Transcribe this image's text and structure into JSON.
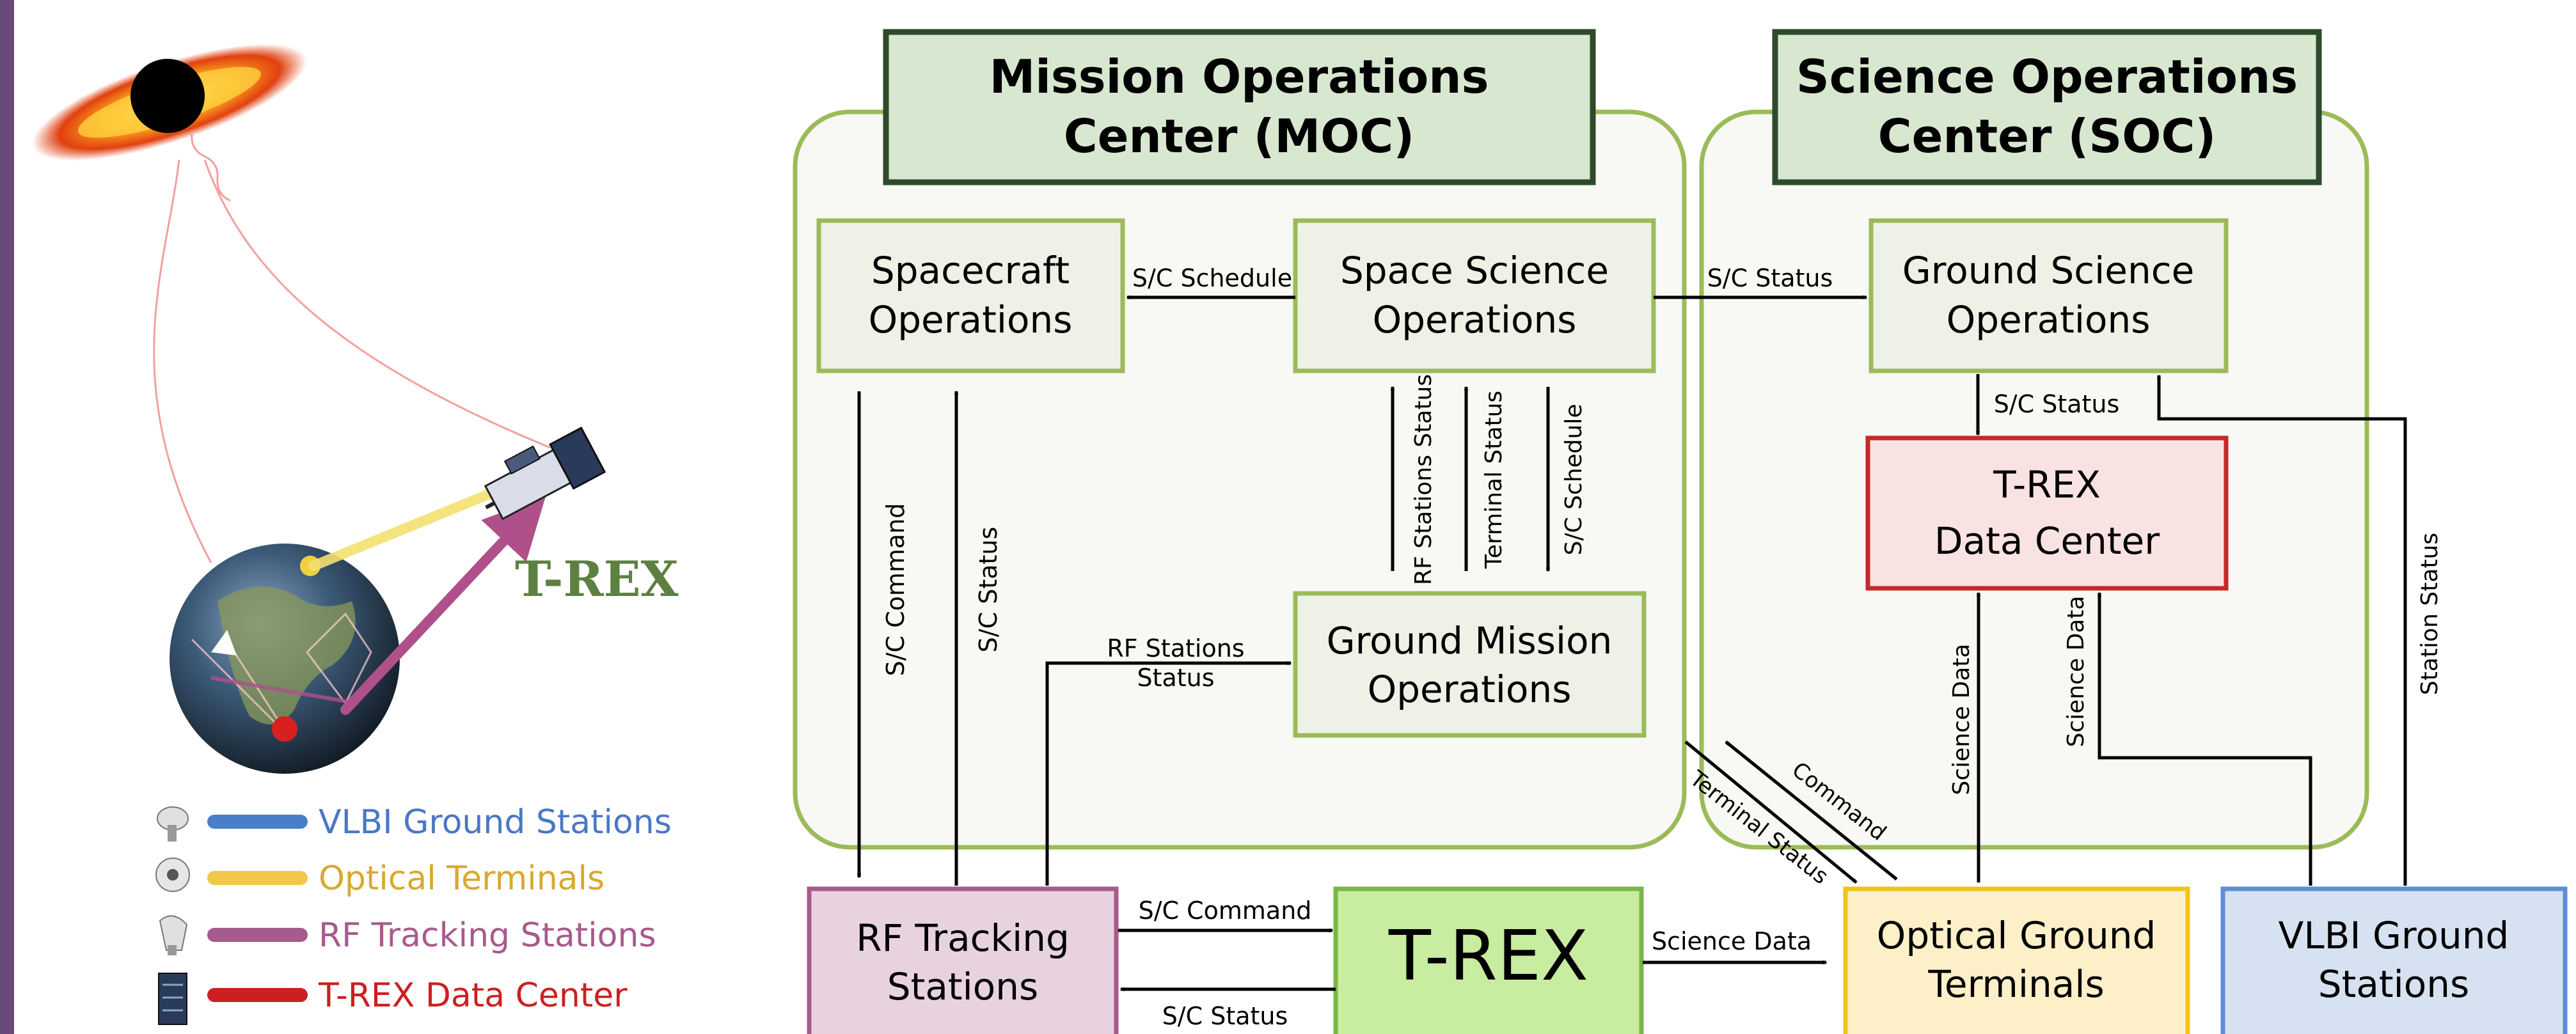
{
  "illustration": {
    "spacecraft_label": "T-REX",
    "legend": [
      {
        "label": "VLBI Ground Stations",
        "icon": "radio-dish-icon",
        "swatch_color": "#4a7fc8",
        "text_color": "#4a78c4"
      },
      {
        "label": "Optical Terminals",
        "icon": "optical-telescope-icon",
        "swatch_color": "#f2c84a",
        "text_color": "#d9a830"
      },
      {
        "label": "RF Tracking Stations",
        "icon": "rf-antenna-icon",
        "swatch_color": "#a75a8c",
        "text_color": "#a75a8c"
      },
      {
        "label": "T-REX Data Center",
        "icon": "server-rack-icon",
        "swatch_color": "#cc2020",
        "text_color": "#cc2020"
      }
    ]
  },
  "diagram": {
    "groups": {
      "moc": {
        "title_line1": "Mission Operations",
        "title_line2": "Center (MOC)"
      },
      "soc": {
        "title_line1": "Science Operations",
        "title_line2": "Center (SOC)"
      }
    },
    "boxes": {
      "spacecraft_ops": {
        "line1": "Spacecraft",
        "line2": "Operations"
      },
      "space_science_ops": {
        "line1": "Space Science",
        "line2": "Operations"
      },
      "ground_mission_ops": {
        "line1": "Ground Mission",
        "line2": "Operations"
      },
      "ground_science_ops": {
        "line1": "Ground Science",
        "line2": "Operations"
      },
      "data_center": {
        "line1": "T-REX",
        "line2": "Data Center"
      },
      "rf_tracking": {
        "line1": "RF Tracking",
        "line2": "Stations"
      },
      "trex": {
        "line1": "T-REX"
      },
      "optical_ground": {
        "line1": "Optical Ground",
        "line2": "Terminals"
      },
      "vlbi_ground": {
        "line1": "VLBI Ground",
        "line2": "Stations"
      }
    },
    "edge_labels": {
      "sc_schedule_top": "S/C Schedule",
      "sc_status_top": "S/C Status",
      "sc_command_vertical": "S/C Command",
      "sc_status_vertical": "S/C Status",
      "rf_stations_status_l1": "RF Stations",
      "rf_stations_status_l2": "Status",
      "rf_stations_status_vertical": "RF Stations Status",
      "terminal_status_vertical": "Terminal Status",
      "sc_schedule_vertical": "S/C Schedule",
      "sc_status_soc": "S/C Status",
      "science_data_optical": "Science Data",
      "science_data_vlbi": "Science Data",
      "station_status": "Station Status",
      "command_diag": "Command",
      "terminal_status_diag": "Terminal Status",
      "sc_command_bottom": "S/C Command",
      "sc_status_bottom": "S/C Status",
      "science_data_bottom": "Science Data"
    },
    "colors": {
      "group_border": "#9bbb59",
      "group_fill": "#f8f8f4",
      "header_fill": "#d8e8d0",
      "header_border": "#2d4a2a",
      "box_fill": "#eef2e6",
      "box_border": "#9bbb59",
      "data_center_fill": "#f8e2e2",
      "data_center_border": "#c62828",
      "rf_fill": "#e8d2e0",
      "rf_border": "#a75a8c",
      "trex_fill": "#c8eca0",
      "trex_border": "#7ab648",
      "optical_fill": "#fdf0c8",
      "optical_border": "#f0c419",
      "vlbi_fill": "#d6e2f2",
      "vlbi_border": "#5b8fd0",
      "left_bar": "#6a4a78"
    }
  }
}
